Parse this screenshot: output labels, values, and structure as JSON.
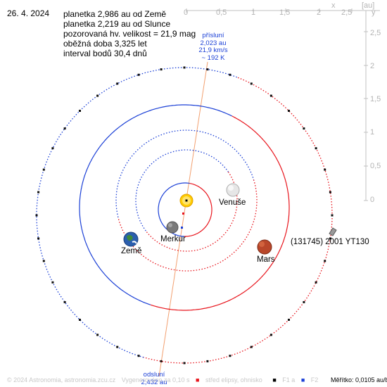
{
  "date": "26. 4. 2024",
  "info_lines": [
    "planetka 2,986 au od Země",
    "planetka 2,219 au od Slunce",
    "pozorovaná hv. velikost = 21,9 mag",
    "oběžná doba 3,325 let",
    "interval bodů 30,4 dnů"
  ],
  "perihelion": {
    "title": "přísluní",
    "lines": [
      "2,023 au",
      "21,9 km/s",
      "~ 192 K"
    ]
  },
  "aphelion": {
    "title": "odsluní",
    "lines": [
      "2,432 au"
    ]
  },
  "axis": {
    "unit": "[au]",
    "x_label": "x",
    "y_label": "y",
    "x_ticks": [
      "0",
      "0,5",
      "1",
      "1,5",
      "2",
      "2,5"
    ],
    "y_ticks": [
      "2,5",
      "2",
      "1,5",
      "1",
      "0,5",
      "0"
    ]
  },
  "bodies": {
    "sun": "",
    "venus": "Venuše",
    "mercury": "Merkur",
    "earth": "Země",
    "mars": "Mars",
    "asteroid": "(131745) 2001 YT130"
  },
  "footer": {
    "copyright": "© 2024 Astronomia, astronomia.zcu.cz",
    "speed": "Vygenerováno za 0,10 s",
    "legend_center": "střed elipsy, ohnisko",
    "legend_f1": "F1 a",
    "legend_f2": "F2",
    "scale": "Měřítko: 0,0105 au/bod"
  },
  "colors": {
    "above_ecliptic": "#1a3fd6",
    "below_ecliptic": "#e8141c",
    "apsis_line": "#f2a070",
    "axis": "#c0c0c0",
    "sun": "#ffd21a"
  }
}
